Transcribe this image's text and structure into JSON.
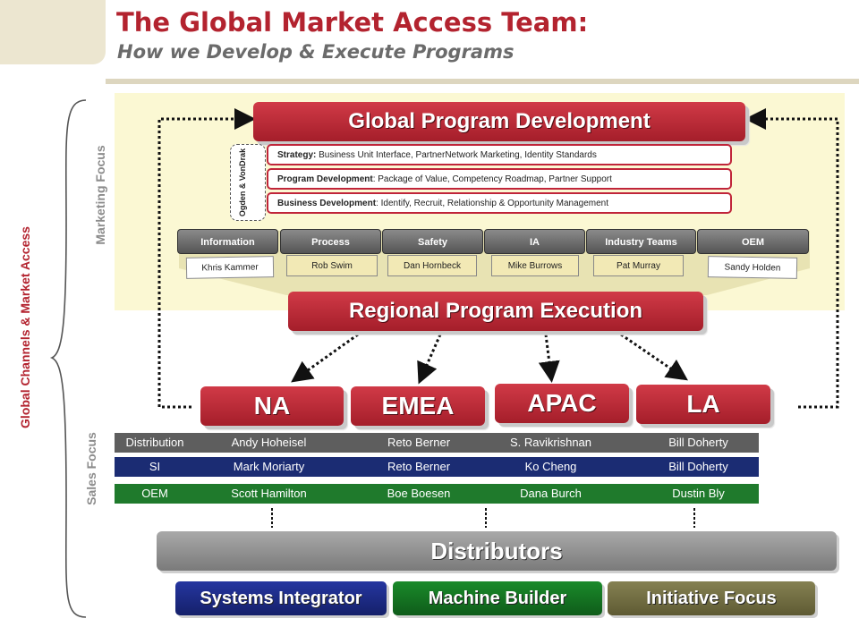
{
  "header": {
    "title": "The Global Market Access Team:",
    "subtitle": "How we Develop & Execute Programs"
  },
  "side_labels": {
    "global": "Global Channels & Market Access",
    "marketing": "Marketing Focus",
    "sales": "Sales Focus"
  },
  "global_program": {
    "title": "Global Program Development",
    "owner_label": "Ogden & VonDrak",
    "rows": [
      {
        "key": "Strategy:",
        "text": " Business Unit Interface, PartnerNetwork Marketing, Identity Standards"
      },
      {
        "key": "Program Development",
        "text": ": Package of Value, Competency Roadmap, Partner Support"
      },
      {
        "key": "Business Development",
        "text": ": Identify, Recruit, Relationship & Opportunity Management"
      }
    ],
    "tabs": [
      {
        "label": "Information",
        "owner": "Khris Kammer"
      },
      {
        "label": "Process",
        "owner": "Rob Swim"
      },
      {
        "label": "Safety",
        "owner": "Dan Hornbeck"
      },
      {
        "label": "IA",
        "owner": "Mike Burrows"
      },
      {
        "label": "Industry Teams",
        "owner": "Pat Murray"
      },
      {
        "label": "OEM",
        "owner": "Sandy Holden"
      }
    ]
  },
  "regional": {
    "title": "Regional Program Execution",
    "regions": [
      "NA",
      "EMEA",
      "APAC",
      "LA"
    ]
  },
  "sales_table": {
    "rows": [
      {
        "channel": "Distribution",
        "na": "Andy Hoheisel",
        "emea": "Reto Berner",
        "apac": "S. Ravikrishnan",
        "la": "Bill Doherty"
      },
      {
        "channel": "SI",
        "na": "Mark Moriarty",
        "emea": "Reto Berner",
        "apac": "Ko Cheng",
        "la": "Bill Doherty"
      },
      {
        "channel": "OEM",
        "na": "Scott Hamilton",
        "emea": "Boe Boesen",
        "apac": "Dana Burch",
        "la": "Dustin Bly"
      }
    ]
  },
  "distributors": {
    "title": "Distributors",
    "partners": [
      "Systems Integrator",
      "Machine Builder",
      "Initiative Focus"
    ]
  },
  "colors": {
    "brand_red": "#b3232f",
    "marketing_zone": "#fbf8d3",
    "si_blue": "#1b2c73",
    "oem_green": "#1f7a2c",
    "distribution_gray": "#5e5e5e"
  }
}
